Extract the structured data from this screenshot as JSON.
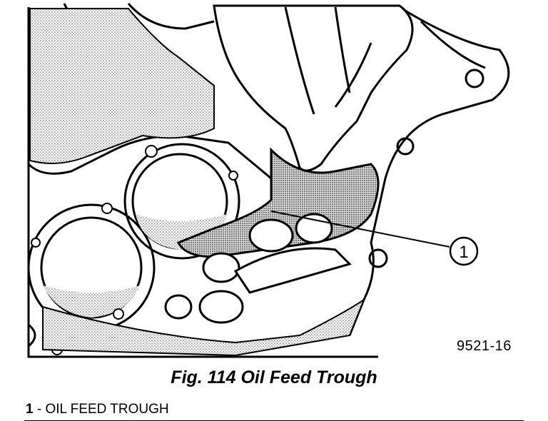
{
  "figure": {
    "code": "9521-16",
    "callout": "1",
    "caption": "Fig. 114 Oil Feed Trough"
  },
  "legend": {
    "number": "1",
    "separator": "-",
    "label": "OIL FEED TROUGH"
  }
}
